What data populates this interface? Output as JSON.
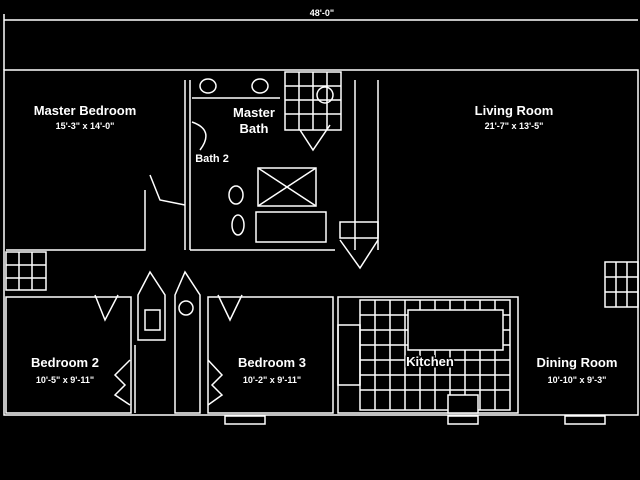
{
  "overall_dimension": "48'-0\"",
  "rooms": {
    "master_bedroom": {
      "name": "Master Bedroom",
      "size": "15'-3\" x 14'-0\""
    },
    "master_bath": {
      "name_line1": "Master",
      "name_line2": "Bath"
    },
    "bath2": {
      "name": "Bath 2"
    },
    "living_room": {
      "name": "Living Room",
      "size": "21'-7\" x 13'-5\""
    },
    "bedroom2": {
      "name": "Bedroom 2",
      "size": "10'-5\" x 9'-11\""
    },
    "bedroom3": {
      "name": "Bedroom 3",
      "size": "10'-2\" x 9'-11\""
    },
    "kitchen": {
      "name": "Kitchen"
    },
    "dining_room": {
      "name": "Dining Room",
      "size": "10'-10\" x 9'-3\""
    }
  },
  "colors": {
    "background": "#000000",
    "lines": "#ffffff"
  }
}
